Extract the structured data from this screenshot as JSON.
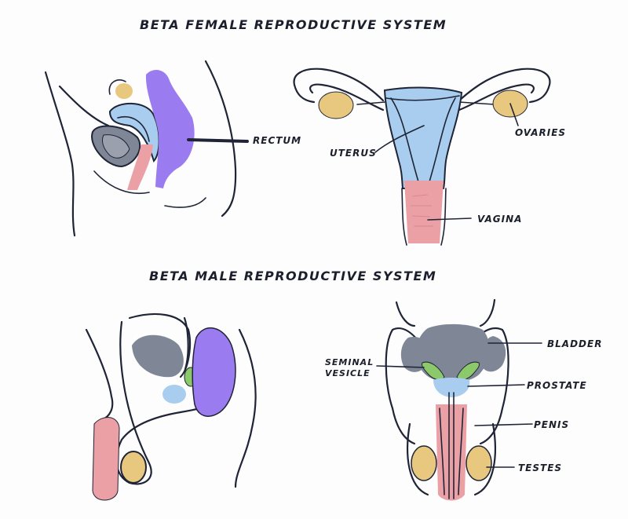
{
  "female": {
    "title": "BETA FEMALE REPRODUCTIVE SYSTEM",
    "labels": {
      "rectum": "RECTUM",
      "uterus": "UTERUS",
      "ovaries": "OVARIES",
      "vagina": "VAGINA"
    }
  },
  "male": {
    "title": "BETA MALE REPRODUCTIVE SYSTEM",
    "labels": {
      "seminal_vesicle_line1": "SEMINAL",
      "seminal_vesicle_line2": "VESICLE",
      "bladder": "BLADDER",
      "prostate": "PROSTATE",
      "penis": "PENIS",
      "testes": "TESTES"
    }
  },
  "colors": {
    "outline": "#1f2436",
    "rectum_purple": "#9b7cf0",
    "uterus_blue": "#a8cdee",
    "ovary_yellow": "#e8c77e",
    "vagina_pink": "#eba0a6",
    "bladder_gray": "#7f8796",
    "seminal_green": "#8cc96a",
    "prostate_blue": "#a8cdee"
  }
}
